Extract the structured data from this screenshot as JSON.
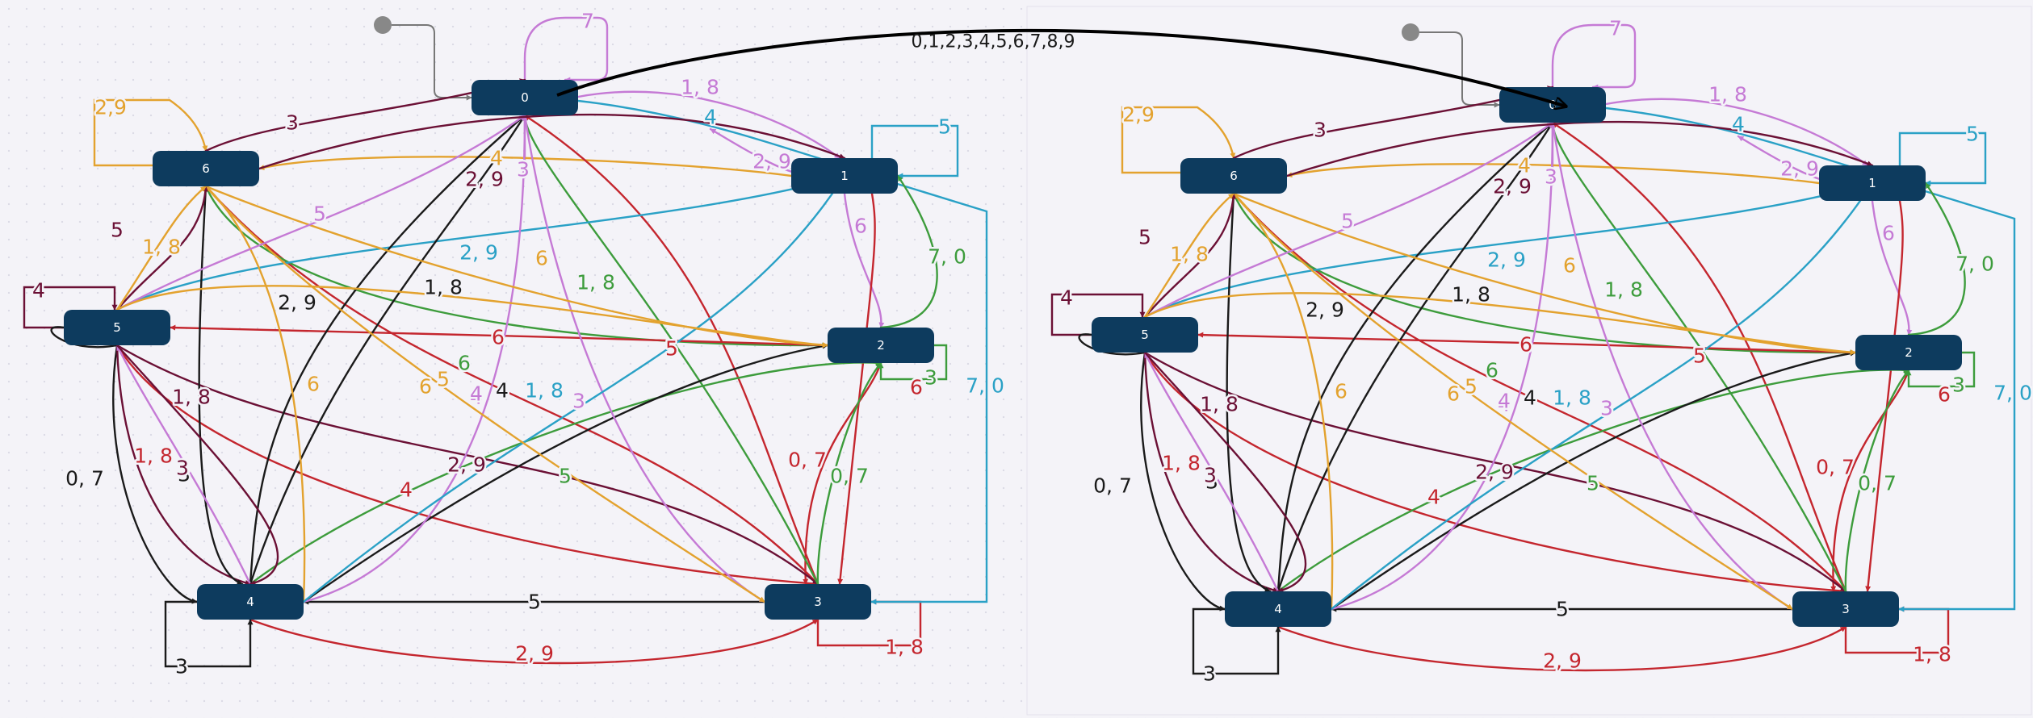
{
  "colors": {
    "k": "#1a1a1a",
    "m": "#6b1035",
    "o": "#e3a22e",
    "p": "#c57ad5",
    "b": "#2aa1c6",
    "g": "#3d9c3c",
    "r": "#c4262e",
    "node": "#0d3b5e"
  },
  "connector_label": "0,1,2,3,4,5,6,7,8,9",
  "left_diagram": {
    "nodes": [
      "0",
      "1",
      "2",
      "3",
      "4",
      "5",
      "6"
    ],
    "edge_labels": [
      "7",
      "1, 8",
      "4",
      "5",
      "6",
      "2, 9",
      "3",
      "2,9",
      "4",
      "0, 7",
      "6",
      "5",
      "4",
      "1, 8",
      "2, 9",
      "5",
      "1, 8",
      "2, 9",
      "7, 0",
      "1, 8",
      "6",
      "3",
      "5",
      "0, 7",
      "4",
      "6",
      "7, 0",
      "2, 9",
      "1, 8",
      "0, 7",
      "1, 8",
      "3",
      "2, 9",
      "6",
      "4",
      "3",
      "1, 8",
      "3",
      "4",
      "5",
      "6",
      "5",
      "5",
      "4",
      "0, 7",
      "3",
      "6",
      "2, 9",
      "1, 8",
      "3"
    ]
  },
  "right_diagram": {
    "nodes": [
      "0",
      "1",
      "2",
      "3",
      "4",
      "5",
      "6"
    ],
    "edge_labels": [
      "7",
      "1, 8",
      "4",
      "5",
      "6",
      "2, 9",
      "3",
      "2,9",
      "4",
      "0, 7",
      "6",
      "5",
      "4",
      "1, 8",
      "2, 9",
      "5",
      "1, 8",
      "2, 9",
      "7, 0",
      "1, 8",
      "6",
      "3",
      "5",
      "0, 7",
      "4",
      "6",
      "7, 0",
      "2, 9",
      "1, 8",
      "0, 7",
      "1, 8",
      "3",
      "2, 9",
      "6",
      "4",
      "3",
      "1, 8",
      "3",
      "4",
      "5",
      "6",
      "5",
      "5",
      "4",
      "0, 7",
      "3",
      "6",
      "2, 9",
      "1, 8",
      "3"
    ]
  }
}
